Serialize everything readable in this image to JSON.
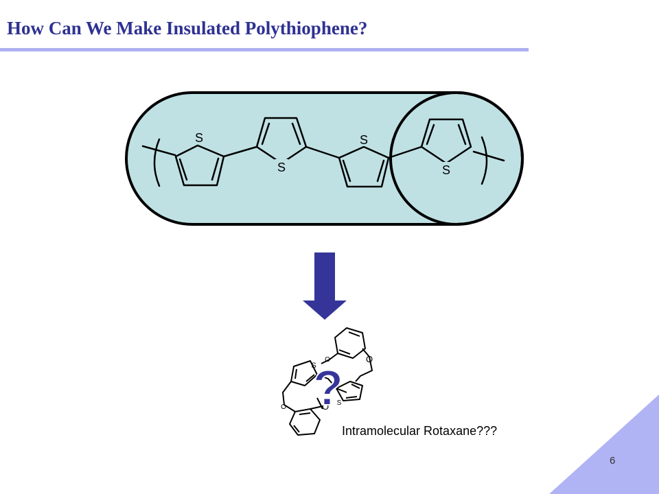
{
  "slide": {
    "title": "How Can We Make Insulated Polythiophene?",
    "caption": "Intramolecular Rotaxane???",
    "page_number": "6",
    "question_mark": "?",
    "atom_labels": {
      "sulfur": "S",
      "oxygen": "O"
    }
  },
  "colors": {
    "title": "#2e3192",
    "title_rule": "#adb0f0",
    "capsule_fill": "#bfe1e4",
    "arrow": "#353599",
    "corner_triangle": "#b0b3f4"
  }
}
